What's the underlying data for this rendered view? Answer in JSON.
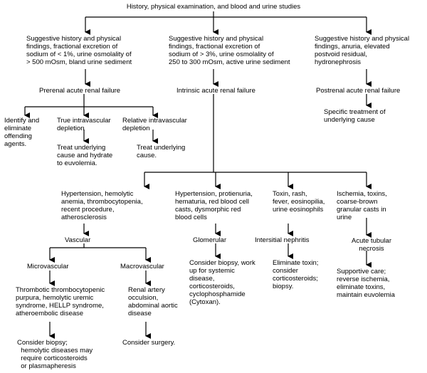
{
  "flowchart": {
    "root": "History, physical examination, and blood and urine studies",
    "branches": {
      "prerenal_findings": "Suggestive history and physical\nfindings, fractional excretion of\nsodium of < 1%, urine osmolality of\n> 500 mOsm, bland urine sediment",
      "intrinsic_findings": "Suggestive history and physical\nfindings, fractional excretion of\nsodium of > 3%, urine osmolality of\n250 to 300 mOsm, active urine sediment",
      "postrenal_findings": "Suggestive history and physical\nfindings, anuria, elevated\npostvoid residual,\nhydronephrosis"
    },
    "diagnoses": {
      "prerenal": "Prerenal acute renal failure",
      "intrinsic": "Intrinsic acute renal failure",
      "postrenal": "Postrenal acute renal failure"
    },
    "prerenal": {
      "identify": "Identify and\neliminate\noffending\nagents.",
      "true_depletion": "True intravascular\ndepletion",
      "true_depletion_action": "Treat underlying\ncause and hydrate\nto euvolemia.",
      "relative_depletion": "Relative intravascular\ndepletion",
      "relative_depletion_action": "Treat underlying\ncause."
    },
    "postrenal": {
      "action": "Specific treatment of\nunderlying cause"
    },
    "intrinsic": {
      "vascular_findings": "Hypertension, hemolytic\nanemia, thrombocytopenia,\nrecent procedure,\natherosclerosis",
      "glomerular_findings": "Hypertension, protienuria,\nhematuria, red blood cell\ncasts, dysmorphic red\nblood cells",
      "interstitial_findings": "Toxin, rash,\nfever, eosinopilia,\nurine eosinophils",
      "atn_findings": "Ischemia, toxins,\ncoarse-brown\ngranular casts in\nurine",
      "vascular": "Vascular",
      "glomerular": "Glomerular",
      "interstitial": "Intersitial nephritis",
      "atn": "Acute tubular\nnecrosis",
      "glomerular_action": "Consider biopsy, work\nup for systemic\ndisease,\ncorticosteroids,\ncyclophosphamide\n(Cytoxan).",
      "interstitial_action": "Eliminate toxin;\nconsider\ncorticosteroids;\nbiopsy.",
      "atn_action": "Supportive care;\nreverse ischemia,\neliminate toxins,\nmaintain euvolemia"
    },
    "vascular": {
      "microvascular": "Microvascular",
      "macrovascular": "Macrovascular",
      "micro_diseases": "Thrombotic thrombocytopenic\npurpura, hemolytic uremic\nsyndrome, HELLP syndrome,\natheroembolic disease",
      "macro_diseases": "Renal artery\nocculsion,\nabdominal aortic\ndisease",
      "micro_action": "Consider biopsy;\n  hemolytic diseases may\n  require corticosteroids\n  or plasmapheresis",
      "macro_action": "Consider surgery."
    }
  },
  "colors": {
    "line": "#000000",
    "text": "#000000",
    "background": "#ffffff"
  }
}
